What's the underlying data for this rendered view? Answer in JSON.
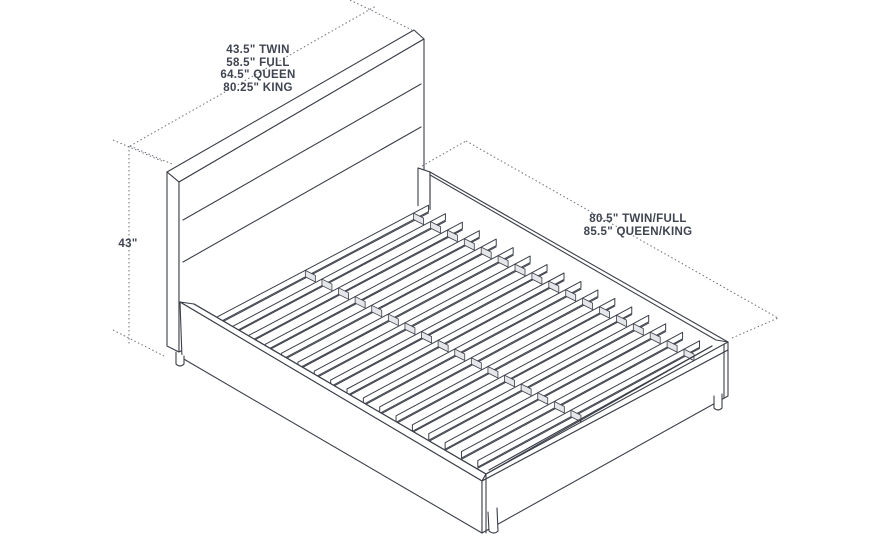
{
  "diagram": {
    "title": "Bed frame dimensions (isometric line drawing)",
    "subject": "Upholstered platform bed with tall headboard and slatted base",
    "stroke_color": "#3b3f48",
    "dim_line_color": "#6b6f78",
    "text_color": "#3f4450",
    "slat_count": 17
  },
  "dimensions": {
    "width": {
      "lines": [
        "43.5\" TWIN",
        "58.5\" FULL",
        "64.5\" QUEEN",
        "80.25\" KING"
      ]
    },
    "length": {
      "lines": [
        "80.5\" TWIN/FULL",
        "85.5\" QUEEN/KING"
      ]
    },
    "height": {
      "lines": [
        "43\""
      ]
    }
  }
}
